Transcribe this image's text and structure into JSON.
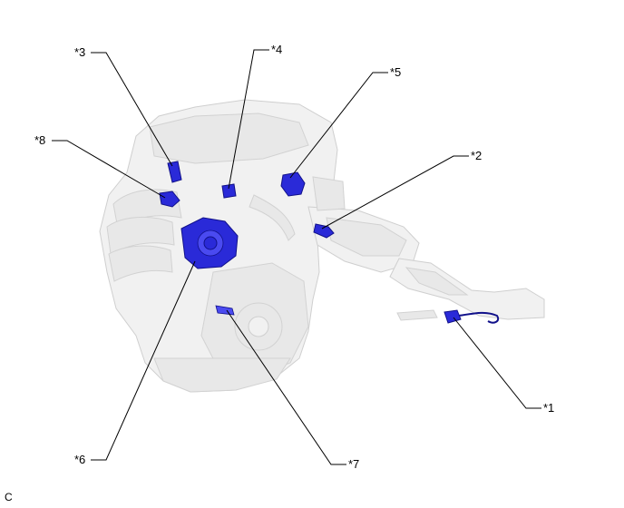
{
  "callouts": [
    {
      "id": "3",
      "text": "*3"
    },
    {
      "id": "4",
      "text": "*4"
    },
    {
      "id": "5",
      "text": "*5"
    },
    {
      "id": "8",
      "text": "*8"
    },
    {
      "id": "2",
      "text": "*2"
    },
    {
      "id": "1",
      "text": "*1"
    },
    {
      "id": "6",
      "text": "*6"
    },
    {
      "id": "7",
      "text": "*7"
    }
  ],
  "corner_code": "C",
  "colors": {
    "highlight_part": "#2a2ad8",
    "engine": "#f1f1f1",
    "leader_line": "#000000"
  }
}
